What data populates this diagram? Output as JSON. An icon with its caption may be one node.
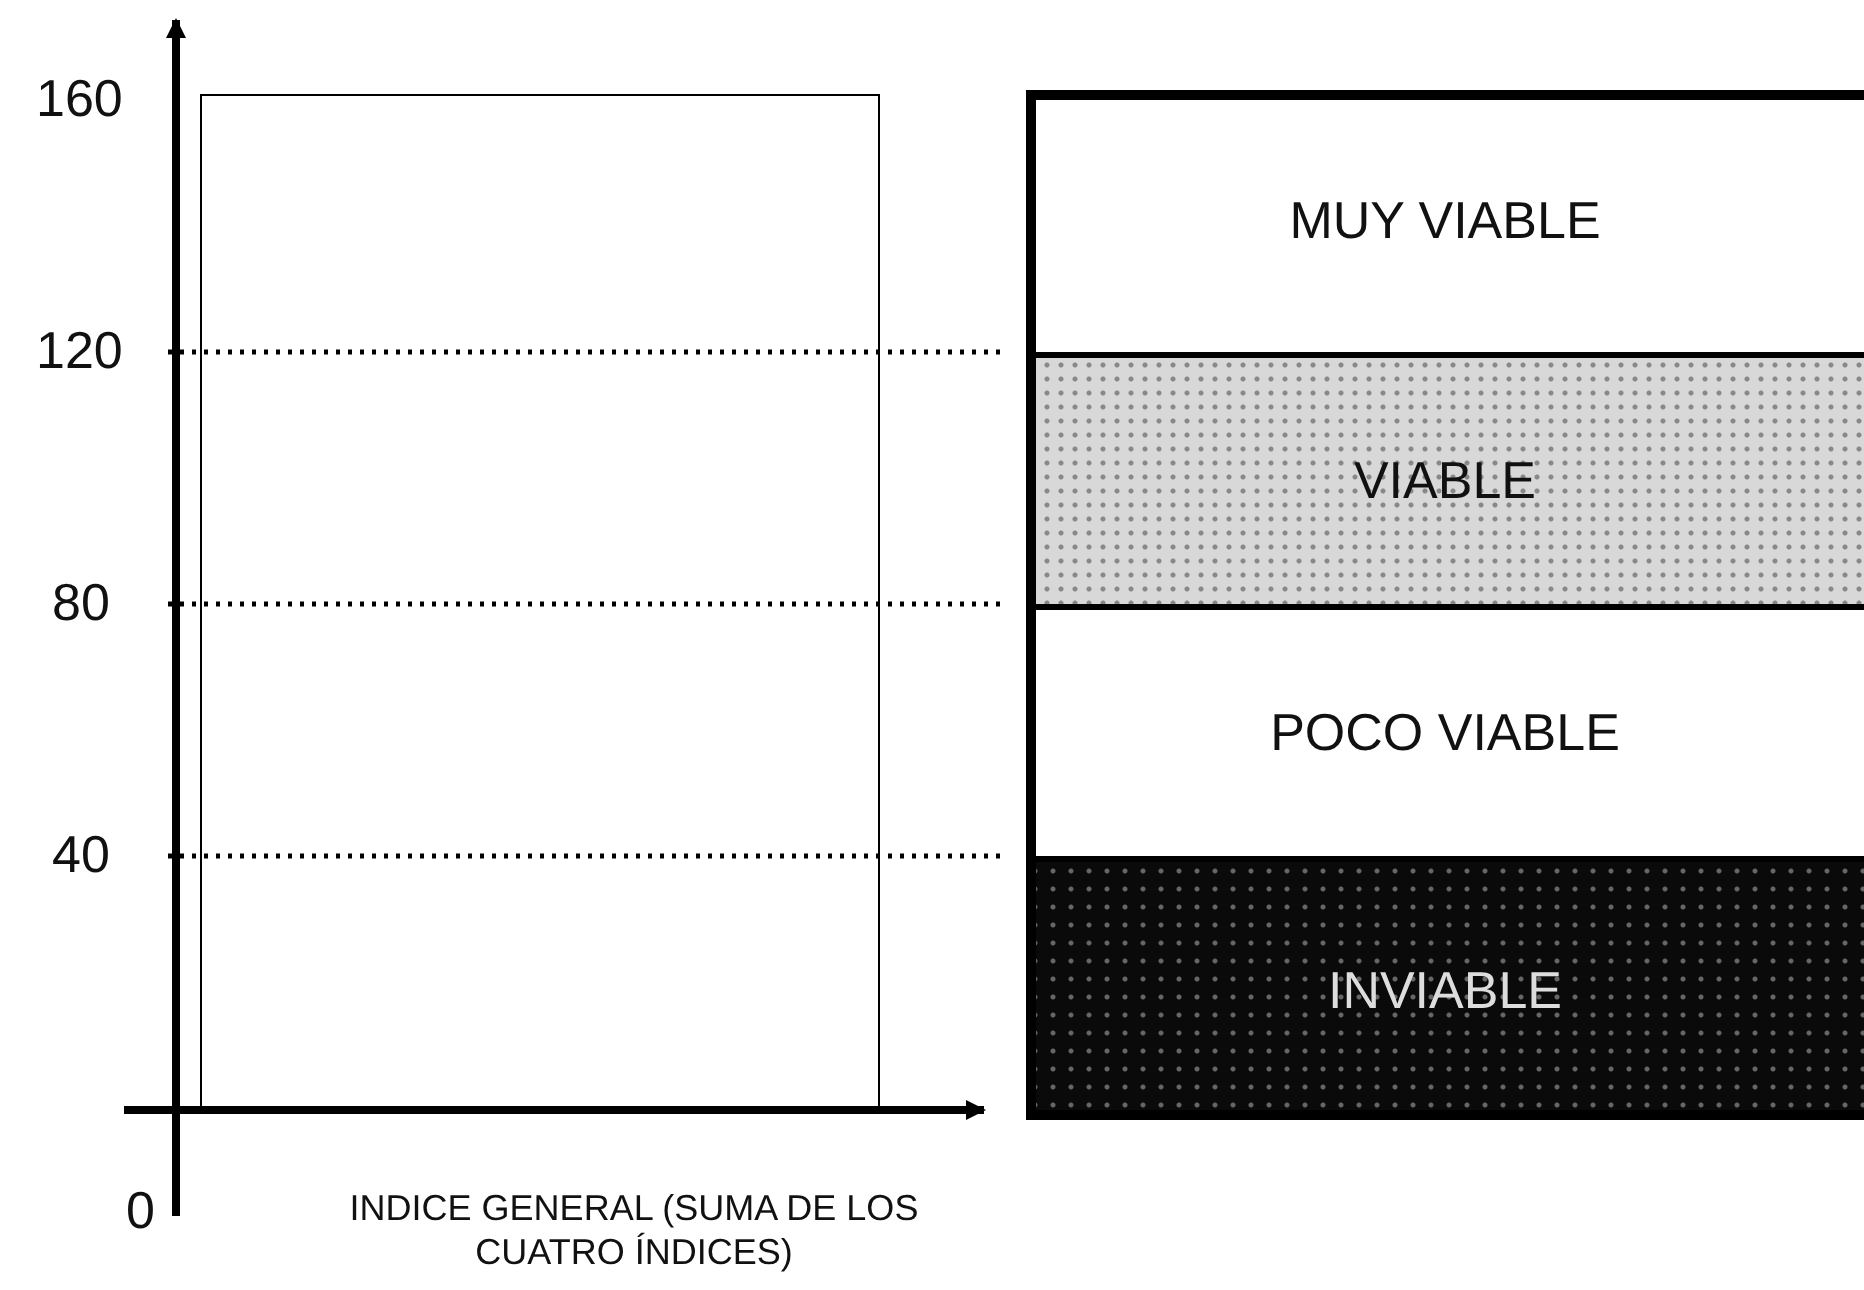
{
  "diagram": {
    "nodes": [
      {
        "text": [],
        "shape": "box"
      },
      {
        "text": [
          "MUY VIABLE"
        ]
      },
      {
        "text": [
          "VIABLE"
        ]
      },
      {
        "text": [
          "POCO VIABLE"
        ]
      },
      {
        "text": [
          "INVIABLE"
        ]
      }
    ],
    "labels": [
      "160",
      "120",
      "80",
      "40",
      "0",
      "INDICE GENERAL (SUMA DE LOS CUATRO ÍNDICES)"
    ]
  }
}
